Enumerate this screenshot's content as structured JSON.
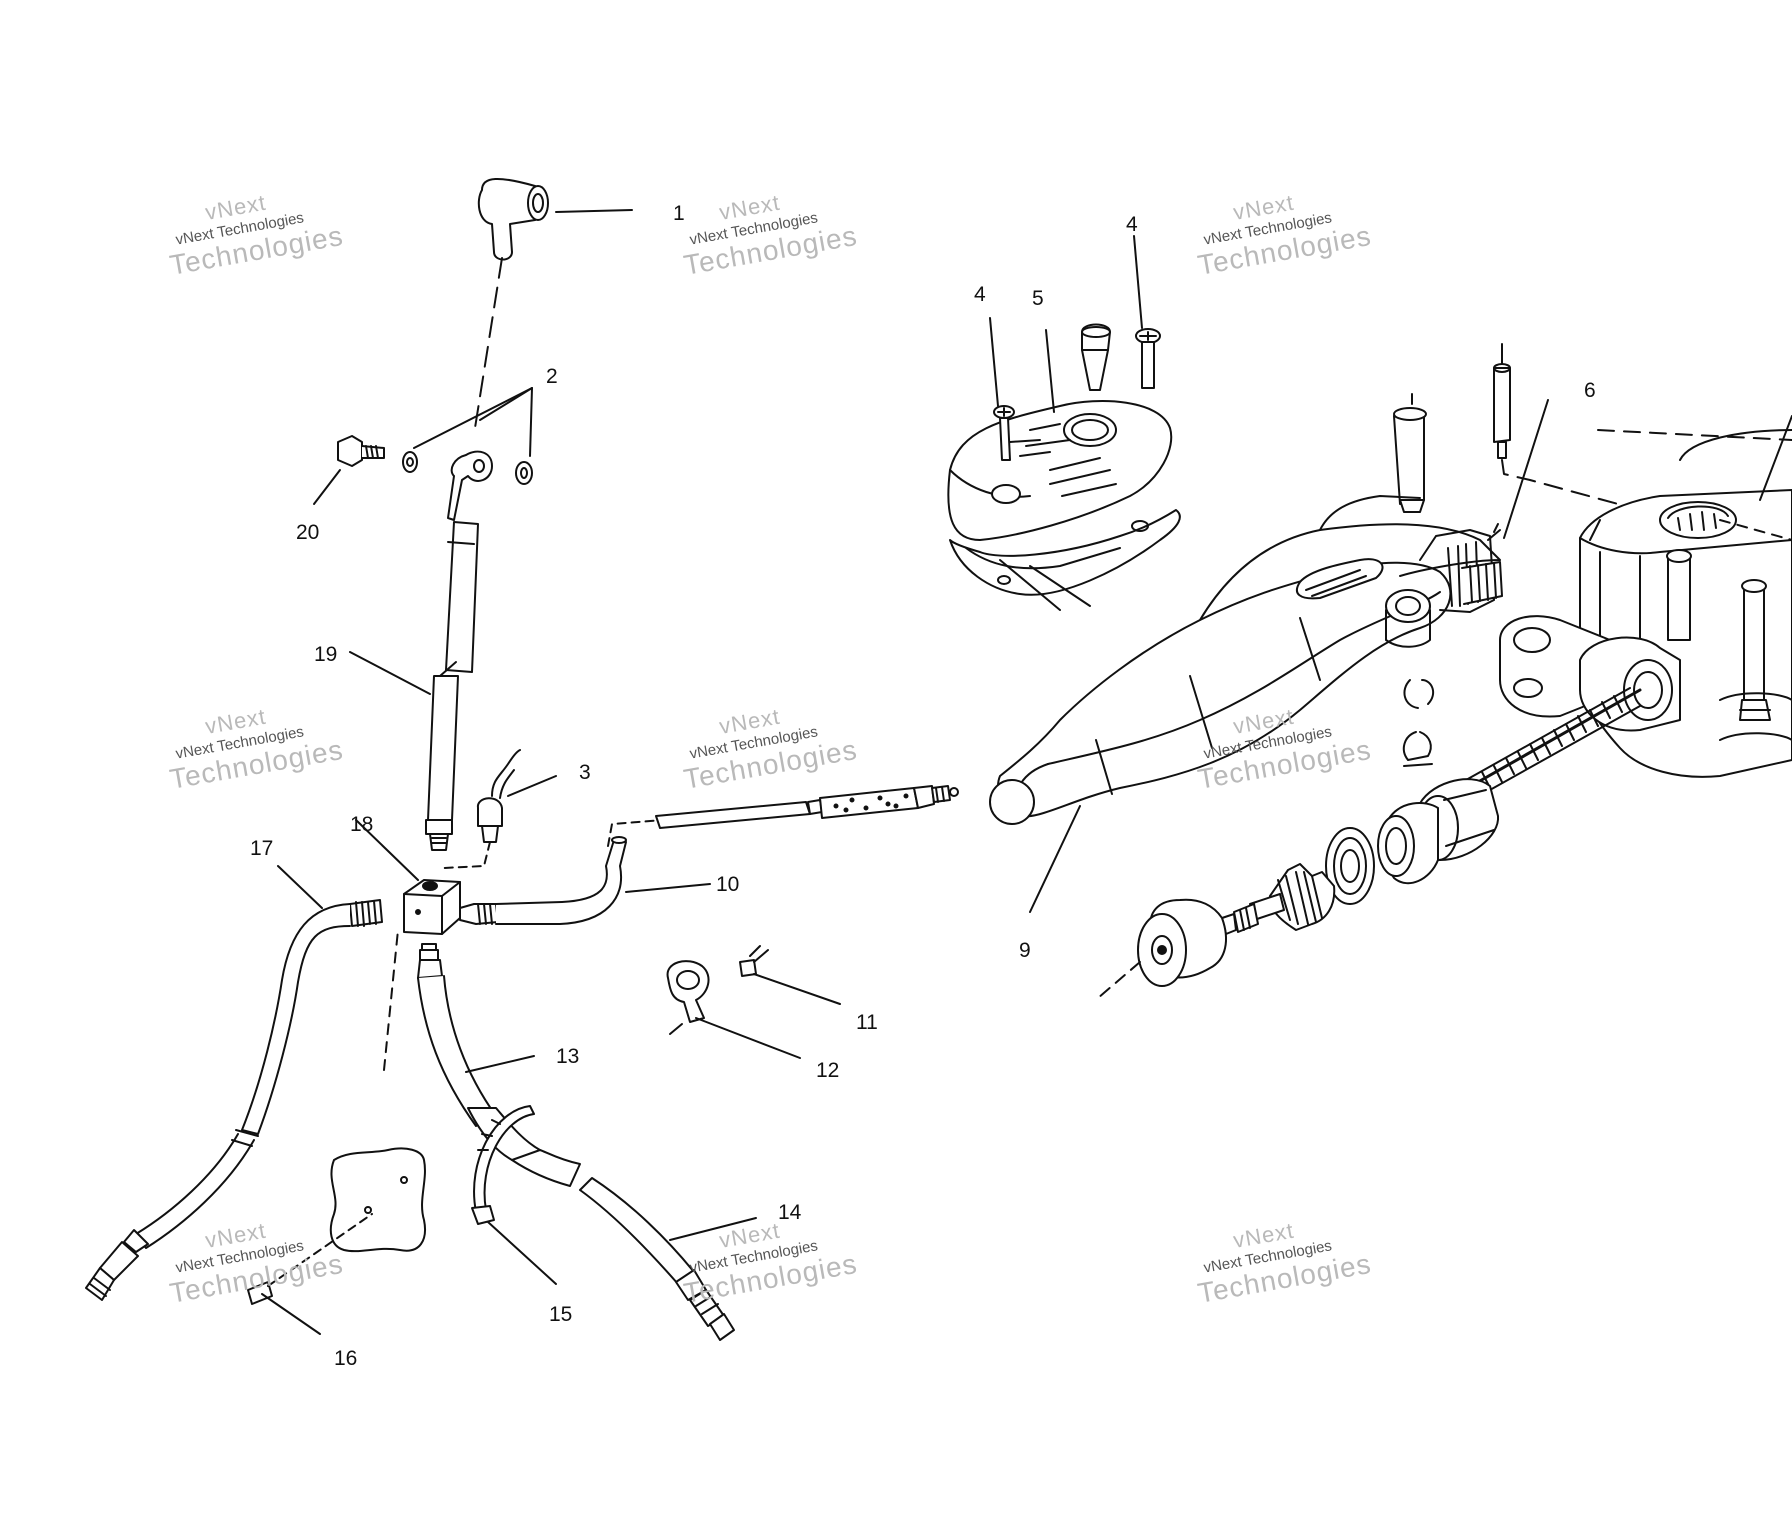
{
  "watermark": {
    "line1": "vNext",
    "line2": "vNext Technologies",
    "line3": "Technologies"
  },
  "callouts": [
    "1",
    "2",
    "3",
    "4",
    "4",
    "5",
    "6",
    "9",
    "10",
    "11",
    "12",
    "13",
    "14",
    "15",
    "16",
    "17",
    "18",
    "19",
    "20"
  ],
  "colors": {
    "ink": "#111111",
    "watermark": "#b9b9b9",
    "paper": "#ffffff"
  }
}
